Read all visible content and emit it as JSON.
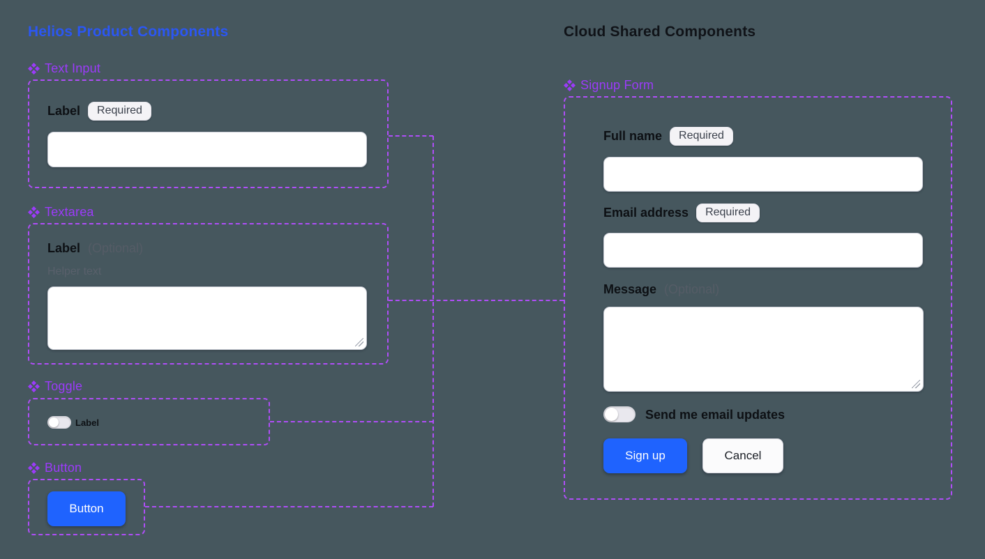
{
  "canvas": {
    "background": "#46575e",
    "accent_purple": "#9c3bfa",
    "dash_purple": "#b04ef8",
    "title_blue": "#2b57f3",
    "button_blue": "#1f63fe"
  },
  "left": {
    "title": "Helios Product Components",
    "components": {
      "text_input": {
        "name": "Text Input",
        "label": "Label",
        "badge": "Required"
      },
      "textarea": {
        "name": "Textarea",
        "label": "Label",
        "optional": "(Optional)",
        "helper": "Helper text"
      },
      "toggle": {
        "name": "Toggle",
        "label": "Label"
      },
      "button": {
        "name": "Button",
        "label": "Button"
      }
    }
  },
  "right": {
    "title": "Cloud Shared Components",
    "form": {
      "name": "Signup Form",
      "full_name": {
        "label": "Full name",
        "badge": "Required"
      },
      "email": {
        "label": "Email address",
        "badge": "Required"
      },
      "message": {
        "label": "Message",
        "optional": "(Optional)"
      },
      "toggle_label": "Send me email updates",
      "submit_label": "Sign up",
      "cancel_label": "Cancel"
    }
  }
}
